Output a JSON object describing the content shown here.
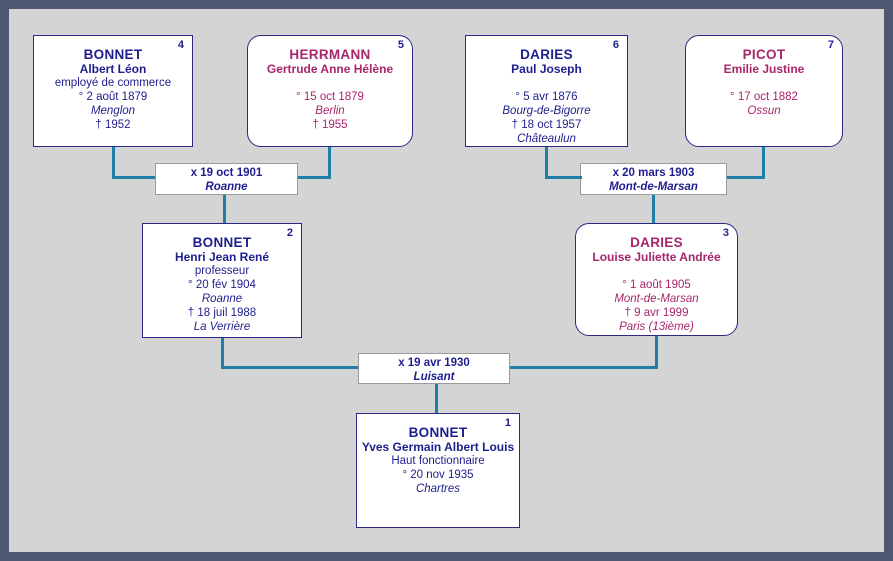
{
  "colors": {
    "male_text": "#1e1e8f",
    "female_text": "#a9256b",
    "connector": "#1d7fa6",
    "canvas_background": "#d4d4d4",
    "window_frame": "#4e5870",
    "box_background": "#ffffff",
    "marriage_border": "#9b9b9b"
  },
  "persons": [
    {
      "number": "1",
      "sex": "male",
      "surname": "BONNET",
      "given_names": "Yves Germain Albert Louis",
      "occupation": "Haut fonctionnaire",
      "birth": "° 20 nov 1935",
      "birth_place": "Chartres",
      "death": "",
      "death_place": ""
    },
    {
      "number": "2",
      "sex": "male",
      "surname": "BONNET",
      "given_names": "Henri Jean René",
      "occupation": "professeur",
      "birth": "° 20 fév 1904",
      "birth_place": "Roanne",
      "death": "† 18 juil 1988",
      "death_place": "La Verrière"
    },
    {
      "number": "3",
      "sex": "female",
      "surname": "DARIES",
      "given_names": "Louise Juliette Andrée",
      "occupation": "",
      "birth": "° 1 août 1905",
      "birth_place": "Mont-de-Marsan",
      "death": "† 9 avr 1999",
      "death_place": "Paris (13ième)"
    },
    {
      "number": "4",
      "sex": "male",
      "surname": "BONNET",
      "given_names": "Albert Léon",
      "occupation": "employé de commerce",
      "birth": "° 2 août 1879",
      "birth_place": "Menglon",
      "death": "† 1952",
      "death_place": ""
    },
    {
      "number": "5",
      "sex": "female",
      "surname": "HERRMANN",
      "given_names": "Gertrude Anne Hélène",
      "occupation": "",
      "birth": "° 15 oct 1879",
      "birth_place": "Berlin",
      "death": "† 1955",
      "death_place": ""
    },
    {
      "number": "6",
      "sex": "male",
      "surname": "DARIES",
      "given_names": "Paul Joseph",
      "occupation": "",
      "birth": "° 5 avr 1876",
      "birth_place": "Bourg-de-Bigorre",
      "death": "† 18 oct 1957",
      "death_place": "Châteaulun"
    },
    {
      "number": "7",
      "sex": "female",
      "surname": "PICOT",
      "given_names": "Emilie Justine",
      "occupation": "",
      "birth": "° 17 oct 1882",
      "birth_place": "Ossun",
      "death": "",
      "death_place": ""
    }
  ],
  "marriages": [
    {
      "date": "x 19 oct 1901",
      "place": "Roanne"
    },
    {
      "date": "x 20 mars 1903",
      "place": "Mont-de-Marsan"
    },
    {
      "date": "x 19 avr 1930",
      "place": "Luisant"
    }
  ]
}
